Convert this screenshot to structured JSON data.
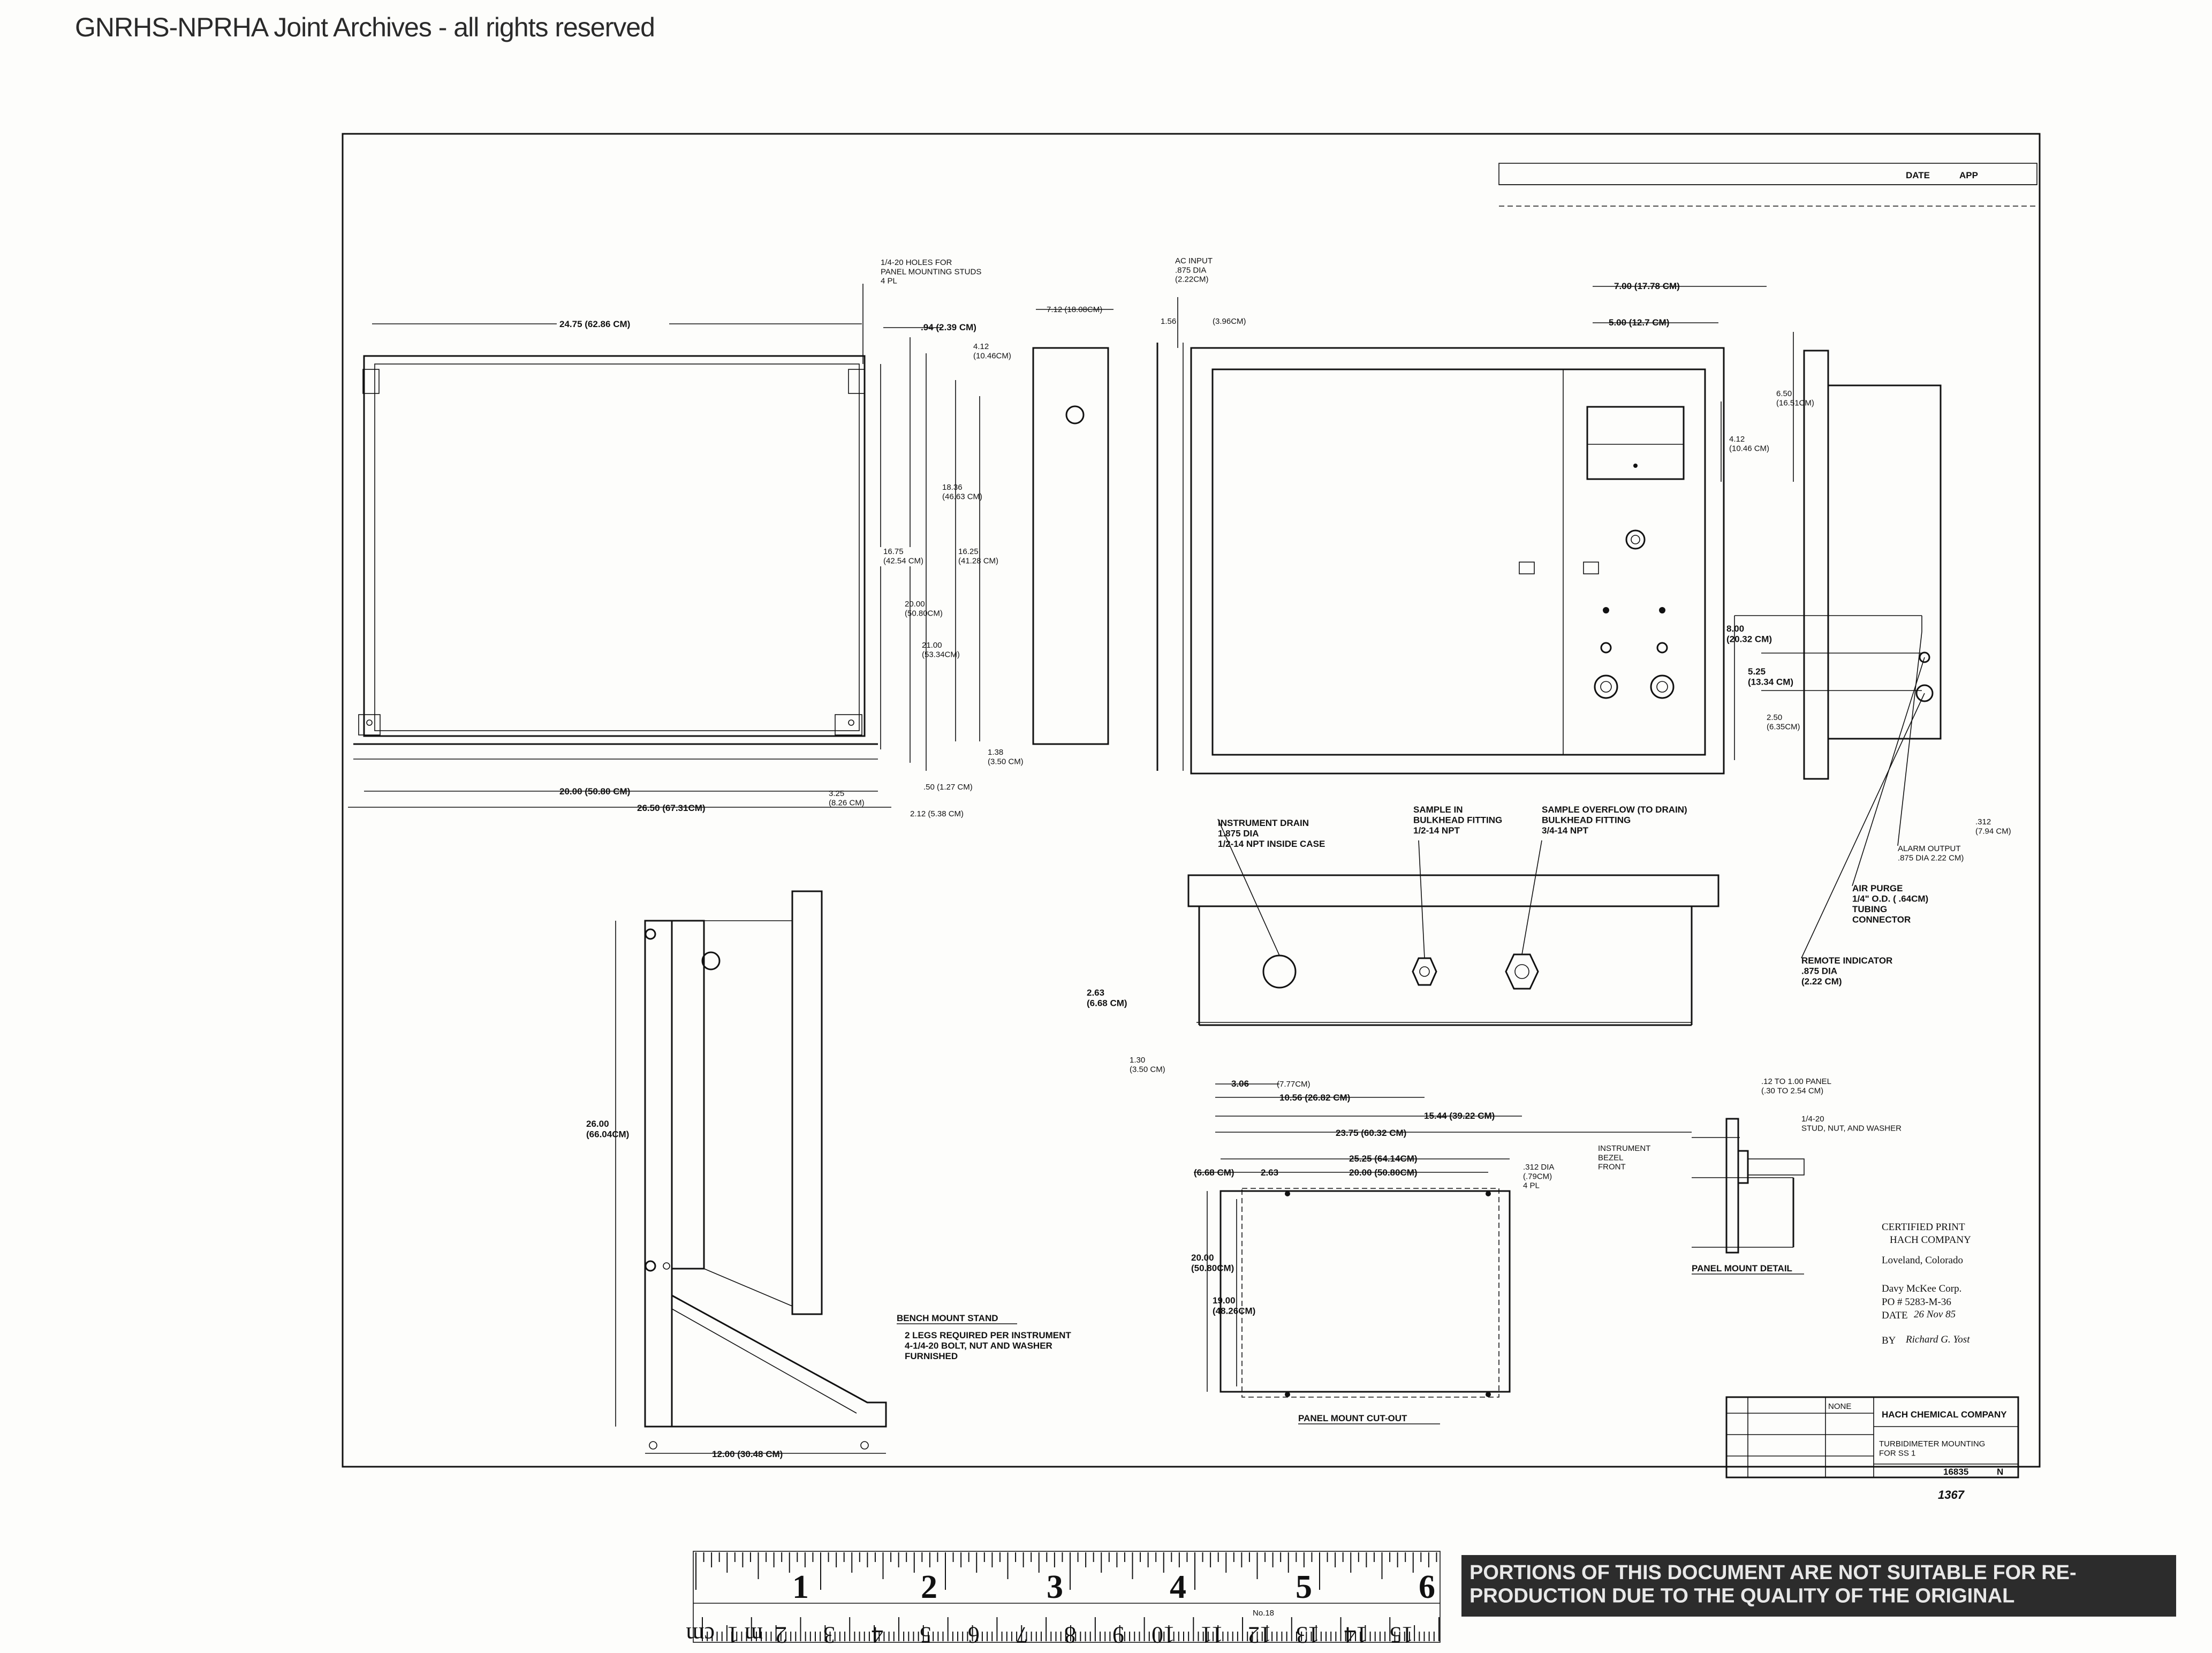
{
  "watermark": "GNRHS-NPRHA Joint Archives - all rights reserved",
  "rev_block": {
    "label": "DATE",
    "value": "APP"
  },
  "top_view_dims": {
    "width": "24.75 (62.86 CM)",
    "d94": ".94 (2.39 CM)",
    "d412": "4.12\n(10.46CM)",
    "d1675": "16.75\n(42.54 CM)",
    "d2000": "20.00\n(50.80CM)",
    "d2100": "21.00\n(53.34CM)",
    "d1836": "18.36\n(46.63 CM)",
    "d1625": "16.25\n(41.28 CM)",
    "bottom2000": "20.00 (50.80 CM)",
    "d325": "3.25\n(8.26 CM)",
    "d2650": "26.50 (67.31CM)",
    "d050": ".50 (1.27 CM)",
    "d212": "2.12 (5.38 CM)",
    "d138": "1.38\n(3.50 CM)"
  },
  "holes_note": "1/4-20 HOLES FOR\nPANEL MOUNTING STUDS\n4 PL",
  "side_dims": {
    "d712": "7.12 (18.08CM)",
    "d156": "1.56",
    "d398": "(3.96CM)"
  },
  "ac_input": "AC INPUT\n.875 DIA\n(2.22CM)",
  "front_dims": {
    "d700": "7.00 (17.78 CM)",
    "d500": "5.00 (12.7 CM)",
    "d650": "6.50\n(16.51CM)",
    "d412b": "4.12\n(10.46 CM)",
    "d800": "8.00\n(20.32 CM)",
    "d525": "5.25\n(13.34 CM)",
    "d250": "2.50\n(6.35CM)",
    "d312": ".312\n(7.94 CM)"
  },
  "callouts": {
    "alarm": "ALARM OUTPUT\n.875 DIA 2.22 CM)",
    "air": "AIR PURGE\n1/4\" O.D. ( .64CM)\nTUBING\nCONNECTOR",
    "remote": "REMOTE INDICATOR\n.875 DIA\n(2.22 CM)",
    "drain": "INSTRUMENT DRAIN\n1.875 DIA\n1/2-14 NPT INSIDE CASE",
    "sample_in": "SAMPLE IN\nBULKHEAD FITTING\n1/2-14 NPT",
    "overflow": "SAMPLE OVERFLOW (TO DRAIN)\nBULKHEAD FITTING\n3/4-14 NPT"
  },
  "bottom_dims": {
    "d263": "2.63\n(6.68 CM)",
    "d130": "1.30\n(3.50 CM)",
    "d306": "3.06",
    "d777": "(7.77CM)",
    "d1056": "10.56 (26.82 CM)",
    "d1544": "15.44 (39.22 CM)",
    "d2375": "23.75 (60.32 CM)"
  },
  "panel_detail": {
    "d12": ".12 TO 1.00 PANEL\n(.30 TO 2.54 CM)",
    "stud": "1/4-20\nSTUD, NUT, AND WASHER",
    "bezel": "INSTRUMENT\nBEZEL\nFRONT",
    "title": "PANEL MOUNT DETAIL"
  },
  "cutout": {
    "d2525": "25.25 (64.14CM)",
    "d668": "(6.68 CM)",
    "d263": "2.63",
    "d2000": "20.00 (50.80CM)",
    "d312": ".312 DIA\n(.79CM)\n4 PL",
    "v2000": "20.00\n(50.80CM)",
    "v1900": "19.00\n(48.26CM)",
    "title": "PANEL MOUNT CUT-OUT"
  },
  "bench": {
    "d2600": "26.00\n(66.04CM)",
    "d1200": "12.00 (30.48 CM)",
    "title": "BENCH MOUNT STAND",
    "note": "2 LEGS REQUIRED PER INSTRUMENT\n4-1/4-20 BOLT, NUT AND WASHER\nFURNISHED"
  },
  "certified": {
    "line1": "CERTIFIED PRINT",
    "line2": "HACH COMPANY",
    "line3": "Loveland, Colorado",
    "line4": "Davy McKee Corp.",
    "line5": "PO # 5283-M-36",
    "date_label": "DATE",
    "date_value": "26 Nov 85",
    "by_label": "BY",
    "by_value": "Richard G. Yost"
  },
  "title_block": {
    "company": "HACH CHEMICAL COMPANY",
    "title": "TURBIDIMETER MOUNTING\nFOR SS 1",
    "number": "16835",
    "rev": "N",
    "scale": "NONE",
    "sheet_no": "1367"
  },
  "ruler": {
    "top_numbers": [
      "1",
      "2",
      "3",
      "4",
      "5",
      "6"
    ],
    "bottom_numbers": [
      "1",
      "2",
      "3",
      "4",
      "5",
      "6",
      "7",
      "8",
      "9",
      "10",
      "11",
      "12",
      "13",
      "14",
      "15"
    ],
    "label": "No.18",
    "m": "m",
    "cm": "cm"
  },
  "legibility_note": "PORTIONS OF THIS DOCUMENT ARE NOT SUITABLE FOR RE-\nPRODUCTION DUE TO THE QUALITY OF THE ORIGINAL"
}
